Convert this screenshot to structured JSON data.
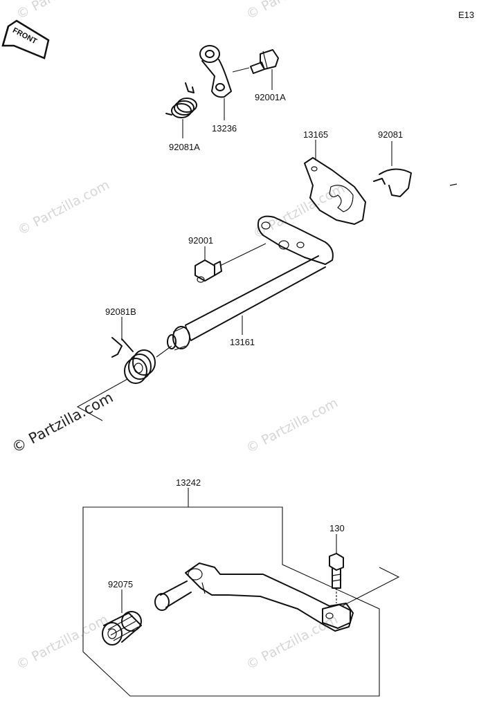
{
  "page_code": "E13",
  "front_label": "FRONT",
  "watermark_text": "© Partzilla.com",
  "parts": {
    "p13236": "13236",
    "p92001A": "92001A",
    "p92081A": "92081A",
    "p13165": "13165",
    "p92081": "92081",
    "p92001": "92001",
    "p13161": "13161",
    "p92081B": "92081B",
    "p13242": "13242",
    "p130": "130",
    "p92075": "92075"
  },
  "colors": {
    "ink": "#111111",
    "watermark": "#d6d6d6",
    "paper": "#ffffff"
  }
}
